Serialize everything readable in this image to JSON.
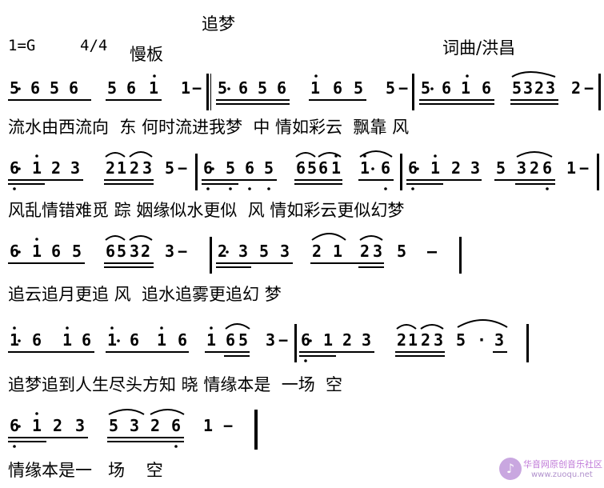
{
  "header": {
    "title": "追梦",
    "key": "1=G",
    "meter": "4/4",
    "tempo": "慢板",
    "credit": "词曲/洪昌"
  },
  "lines": [
    {
      "notes": [
        "5",
        "6",
        "5",
        "6",
        "5",
        "6",
        "1",
        "1",
        "−",
        "5",
        "6",
        "5",
        "6",
        "1",
        "6",
        "5",
        "5",
        "−",
        "5",
        "6",
        "1",
        "6",
        "5",
        "3",
        "2",
        "3",
        "2",
        "−"
      ],
      "lyrics": "流水由西流向  东 何时流进我梦  中 情如彩云  飘靠 风"
    },
    {
      "notes": [
        "6",
        "1",
        "2",
        "3",
        "2",
        "1",
        "2",
        "3",
        "5",
        "−",
        "6",
        "5",
        "6",
        "5",
        "6",
        "5",
        "6",
        "1",
        "1",
        "6",
        "6",
        "1",
        "2",
        "3",
        "5",
        "3",
        "2",
        "6",
        "1",
        "−"
      ],
      "lyrics": "风乱情错难觅 踪 姻缘似水更似  风 情如彩云更似幻梦"
    },
    {
      "notes": [
        "6",
        "1",
        "6",
        "5",
        "6",
        "5",
        "3",
        "2",
        "3",
        "−",
        "2",
        "3",
        "5",
        "3",
        "2",
        "1",
        "2",
        "3",
        "5",
        "—"
      ],
      "lyrics": "追云追月更追 风  追水追雾更追幻 梦"
    },
    {
      "notes": [
        "1",
        "6",
        "1",
        "6",
        "1",
        "6",
        "1",
        "6",
        "1",
        "6",
        "5",
        "3",
        "−",
        "6",
        "1",
        "2",
        "3",
        "2",
        "1",
        "2",
        "3",
        "5",
        "·",
        "3"
      ],
      "lyrics": "追梦追到人生尽头方知 晓 情缘本是  一场  空"
    },
    {
      "notes": [
        "6",
        "1",
        "2",
        "3",
        "5",
        "3",
        "2",
        "6",
        "1",
        "−"
      ],
      "lyrics": "情缘本是一   场    空"
    }
  ],
  "watermark": {
    "logo_icon": "music-note-icon",
    "name": "华音网原创音乐社区",
    "url": "www.zuoqu.net"
  }
}
